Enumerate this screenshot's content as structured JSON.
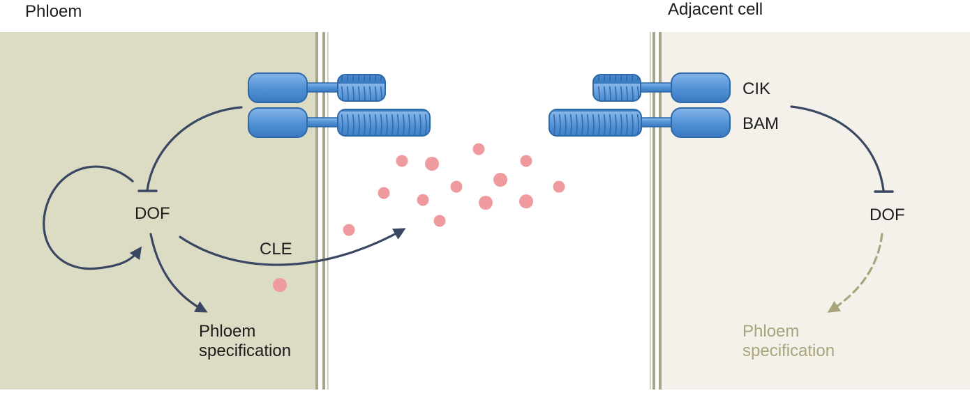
{
  "labels": {
    "phloem_title": "Phloem",
    "adjacent_title": "Adjacent cell",
    "cik": "CIK",
    "bam": "BAM",
    "dof_left": "DOF",
    "dof_right": "DOF",
    "cle": "CLE",
    "spec_left_line1": "Phloem",
    "spec_left_line2": "specification",
    "spec_right_line1": "Phloem",
    "spec_right_line2": "specification"
  },
  "colors": {
    "phloem_cell": "#dcdbc3",
    "adjacent_cell": "#f3f1ea",
    "cell_wall": "#a8a68a",
    "receptor_fill": "#4f8fd4",
    "receptor_stroke": "#2d68a8",
    "arrow": "#3a4762",
    "dashed_arrow": "#a9a47c",
    "peptide": "#ee9a9e"
  }
}
